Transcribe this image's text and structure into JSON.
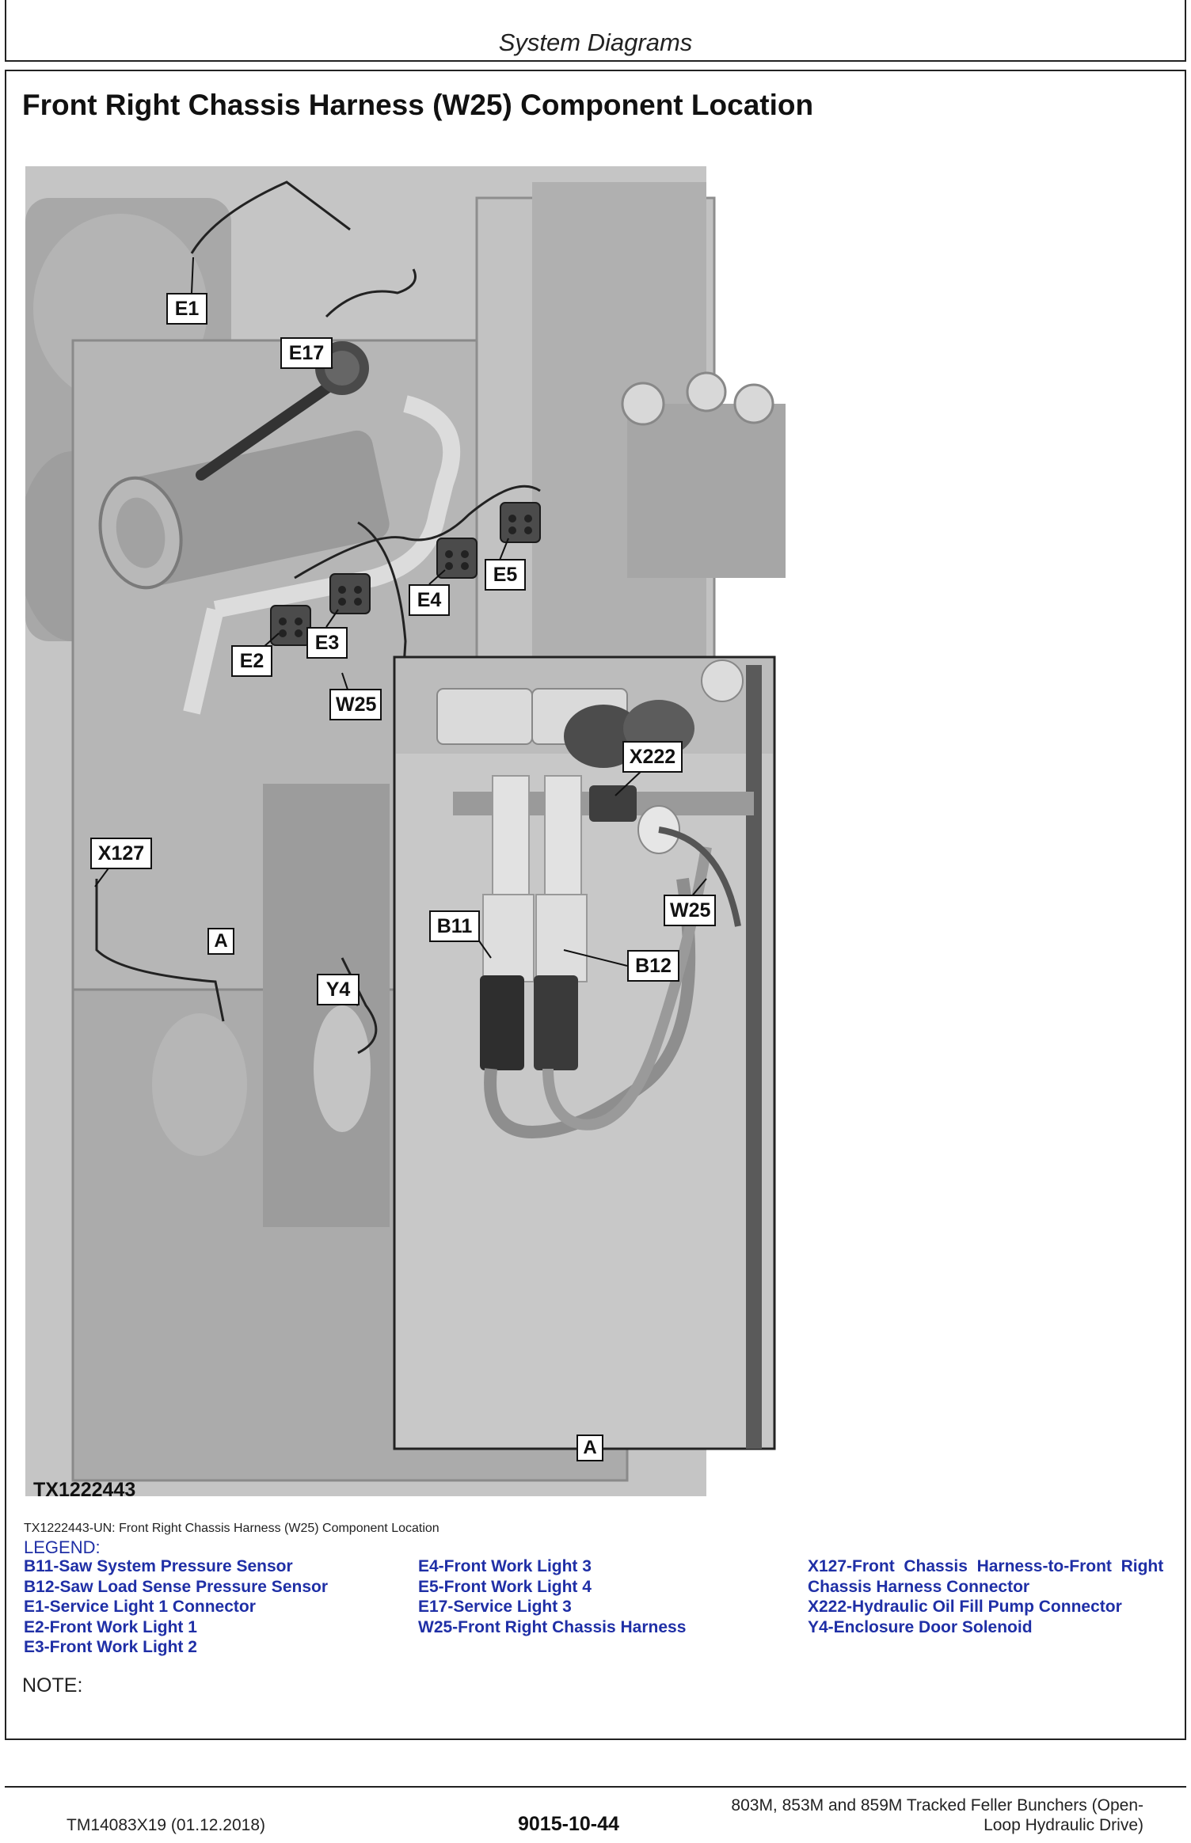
{
  "header": {
    "title": "System Diagrams"
  },
  "section": {
    "title": "Front Right Chassis Harness (W25) Component Location"
  },
  "figure": {
    "id": "TX1222443",
    "caption": "TX1222443-UN: Front Right Chassis Harness (W25) Component Location",
    "callouts": {
      "e1": "E1",
      "e17": "E17",
      "e2": "E2",
      "e3": "E3",
      "e4": "E4",
      "e5": "E5",
      "w25": "W25",
      "x127": "X127",
      "y4": "Y4",
      "a_main": "A",
      "x222": "X222",
      "w25_inset": "W25",
      "b11": "B11",
      "b12": "B12",
      "a_inset": "A"
    }
  },
  "legend": {
    "title": "LEGEND:",
    "col1": [
      "B11-Saw System Pressure Sensor",
      "B12-Saw Load Sense Pressure Sensor",
      "E1-Service Light 1 Connector",
      "E2-Front Work Light 1",
      "E3-Front Work Light 2"
    ],
    "col2": [
      "E4-Front Work Light 3",
      "E5-Front Work Light 4",
      "E17-Service Light 3",
      "W25-Front Right Chassis Harness"
    ],
    "col3": [
      "X127-Front  Chassis  Harness-to-Front  Right",
      "Chassis Harness Connector",
      "X222-Hydraulic Oil Fill Pump Connector",
      "Y4-Enclosure Door Solenoid"
    ]
  },
  "note": {
    "label": "NOTE:"
  },
  "footer": {
    "doc": "TM14083X19 (01.12.2018)",
    "page": "9015-10-44",
    "model_line1": "803M, 853M and 859M Tracked Feller Bunchers (Open-",
    "model_line2": "Loop Hydraulic Drive)"
  }
}
